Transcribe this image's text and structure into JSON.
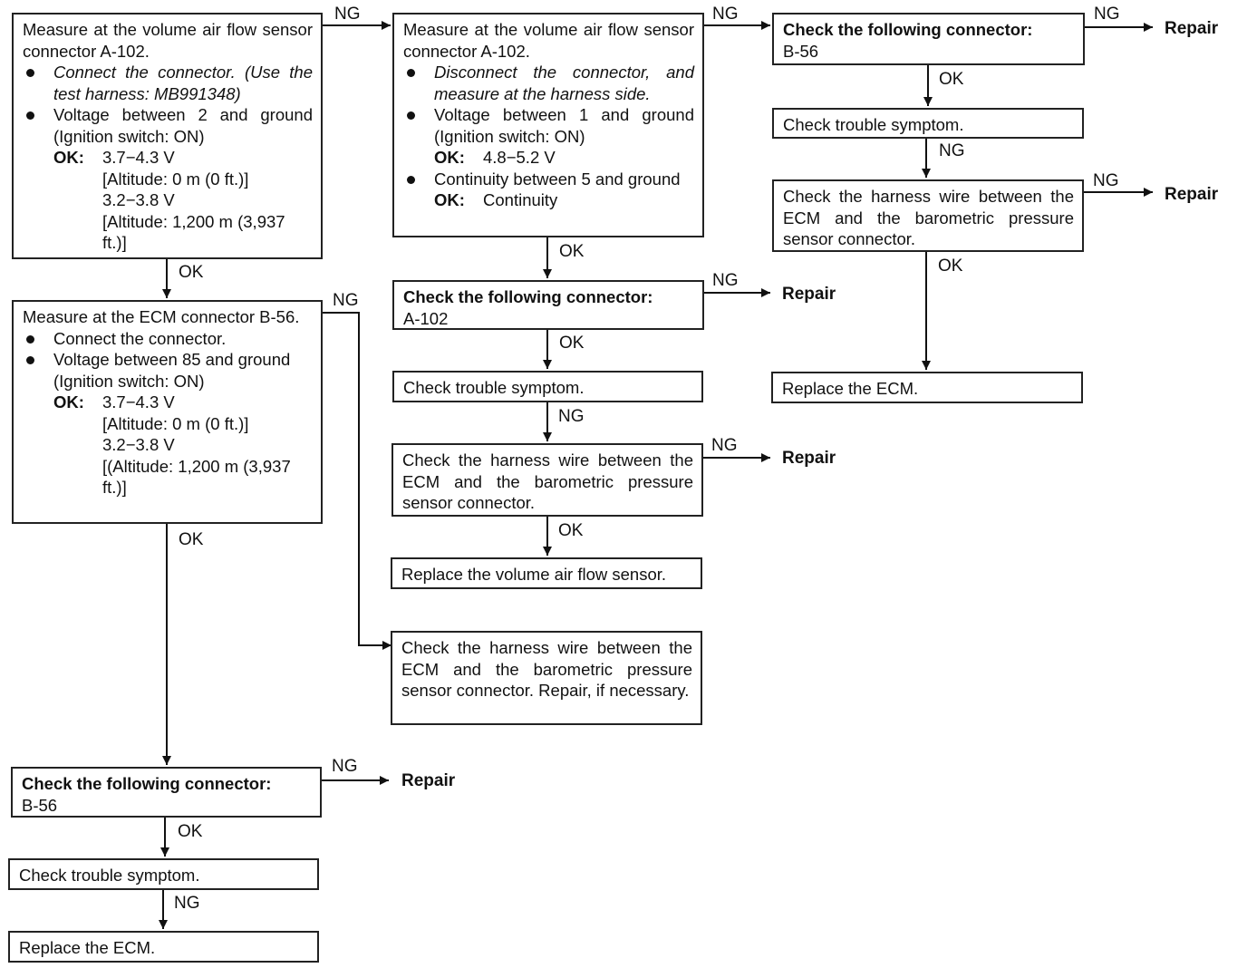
{
  "labels": {
    "ng": "NG",
    "ok": "OK",
    "repair": "Repair"
  },
  "box1": {
    "title": "Measure at the volume air flow sensor connector A-102.",
    "b1": "Connect the connector. (Use the test harness: MB991348)",
    "b2": "Voltage between 2 and ground (Ignition switch: ON)",
    "ok_key": "OK:",
    "v1": "3.7−4.3 V",
    "alt1": "[Altitude: 0 m (0 ft.)]",
    "v2": "3.2−3.8 V",
    "alt2": "[Altitude: 1,200 m (3,937 ft.)]"
  },
  "box2": {
    "title": "Measure at the ECM connector B-56.",
    "b1": "Connect the connector.",
    "b2": "Voltage between 85 and ground (Ignition switch: ON)",
    "ok_key": "OK:",
    "v1": "3.7−4.3 V",
    "alt1": "[Altitude: 0 m (0 ft.)]",
    "v2": "3.2−3.8 V",
    "alt2": "[(Altitude: 1,200 m (3,937 ft.)]"
  },
  "box3": {
    "title": "Check the following connector:",
    "sub": "B-56"
  },
  "box4": {
    "text": "Check trouble symptom."
  },
  "box5": {
    "text": "Replace the ECM."
  },
  "box6": {
    "title": "Measure at the volume air flow sensor connector A-102.",
    "b1": "Disconnect the connector, and measure at the harness side.",
    "b2": "Voltage between 1 and ground (Ignition switch: ON)",
    "ok1_key": "OK:",
    "ok1_val": "4.8−5.2 V",
    "b3": "Continuity between 5 and ground",
    "ok2_key": "OK:",
    "ok2_val": "Continuity"
  },
  "box7": {
    "title": "Check the following connector:",
    "sub": "A-102"
  },
  "box8": {
    "text": "Check trouble symptom."
  },
  "box9": {
    "text": "Check the harness wire between the ECM and the barometric pressure sensor connector."
  },
  "box10": {
    "text": "Replace the volume air flow sensor."
  },
  "box11": {
    "text": "Check the harness wire between the ECM and the barometric pressure sensor connector. Repair, if necessary."
  },
  "box12": {
    "title": "Check the following connector:",
    "sub": "B-56"
  },
  "box13": {
    "text": "Check trouble symptom."
  },
  "box14": {
    "text": "Check the harness wire between the ECM and the barometric pressure sensor connector."
  },
  "box15": {
    "text": "Replace the ECM."
  }
}
